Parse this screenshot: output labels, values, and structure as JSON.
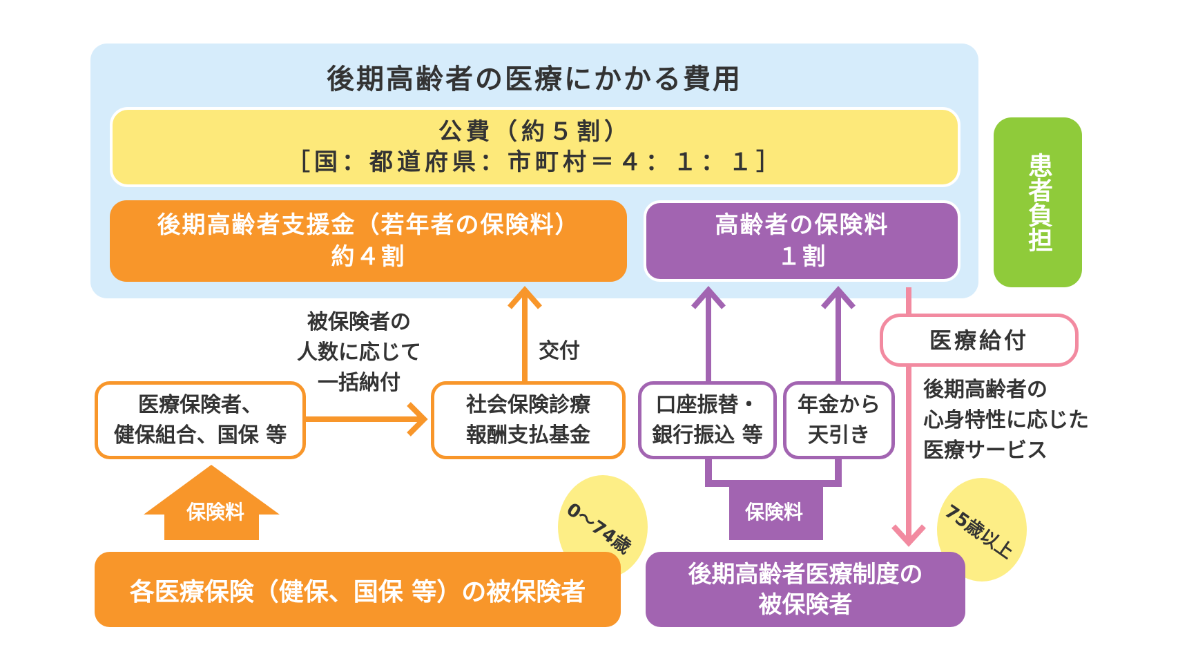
{
  "title": "後期高齢者の医療にかかる費用",
  "public_funds": {
    "line1": "公費（約５割）",
    "line2": "［国：都道府県：市町村＝４：１：１］"
  },
  "support_funds": {
    "line1": "後期高齢者支援金（若年者の保険料）",
    "line2": "約４割"
  },
  "elderly_premium": {
    "line1": "高齢者の保険料",
    "line2": "１割"
  },
  "patient_burden": "患者負担",
  "insurers": {
    "line1": "医療保険者、",
    "line2": "健保組合、国保 等"
  },
  "fund": {
    "line1": "社会保険診療",
    "line2": "報酬支払基金"
  },
  "bank": {
    "line1": "口座振替・",
    "line2": "銀行振込 等"
  },
  "pension": {
    "line1": "年金から",
    "line2": "天引き"
  },
  "benefit": "医療給付",
  "lump_sum": {
    "line1": "被保険者の",
    "line2": "人数に応じて",
    "line3": "一括納付"
  },
  "grant": "交付",
  "service": {
    "line1": "後期高齢者の",
    "line2": "心身特性に応じた",
    "line3": "医療サービス"
  },
  "premium_orange": "保険料",
  "premium_purple": "保険料",
  "bottom_left": "各医療保険（健保、国保 等）の被保険者",
  "bottom_right": {
    "line1": "後期高齢者医療制度の",
    "line2": "被保険者"
  },
  "age_young": "0〜74歳",
  "age_old": "75歳以上",
  "colors": {
    "orange": "#f8962a",
    "purple": "#a264b1",
    "pink": "#f28aa0",
    "yellow": "#fde97a",
    "blue": "#d6ecfb",
    "green": "#8fcb3a"
  }
}
